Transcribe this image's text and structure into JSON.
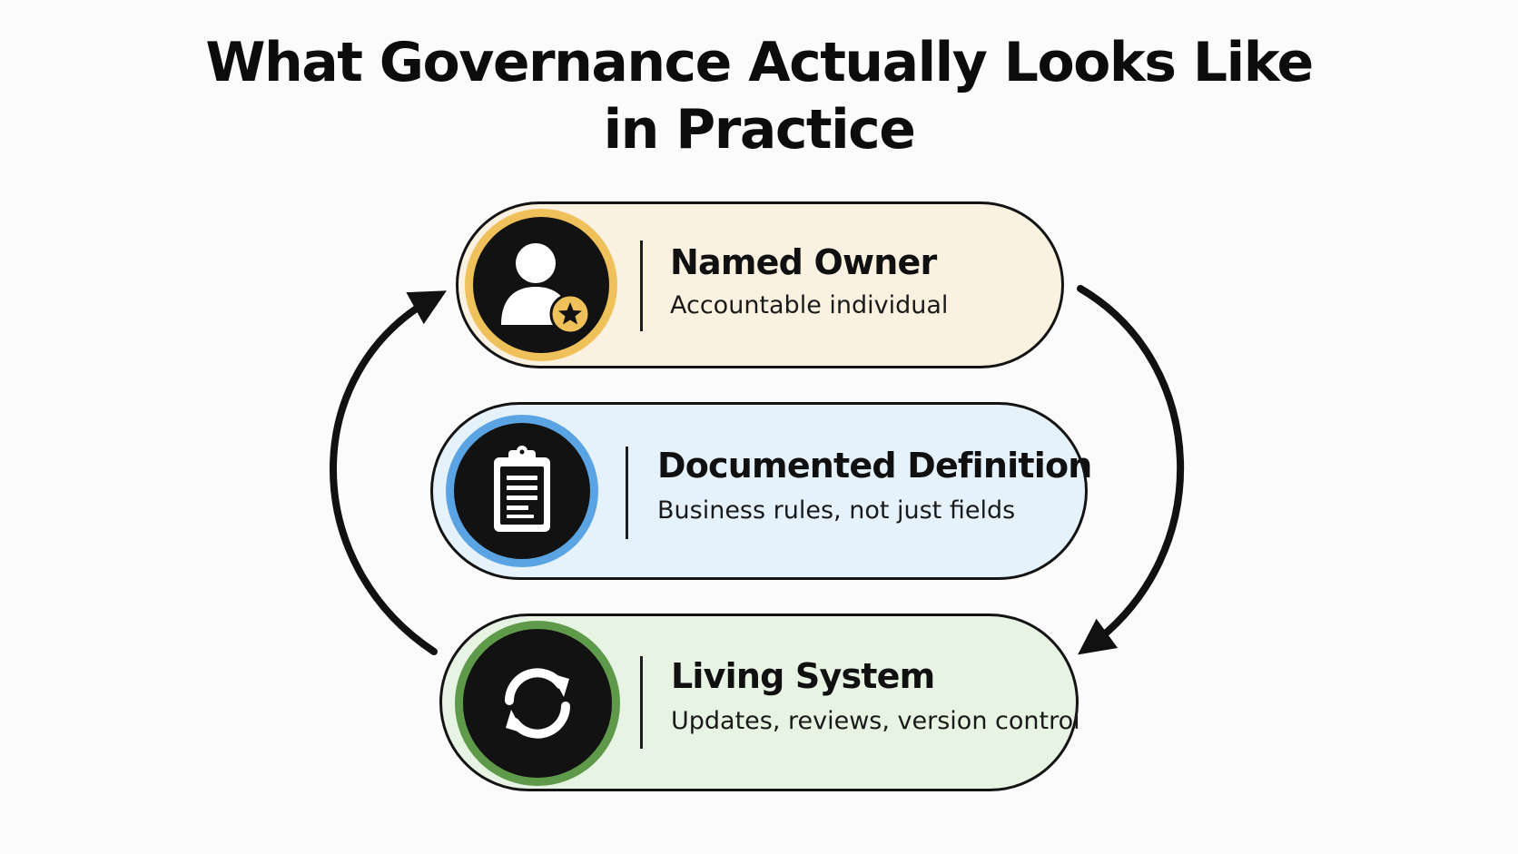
{
  "title": {
    "line1": "What Governance Actually Looks Like",
    "line2": "in Practice"
  },
  "items": [
    {
      "heading": "Named Owner",
      "subtitle": "Accountable individual",
      "icon": "person-star-icon",
      "accent": "#efc15a",
      "background": "#fbf1e1"
    },
    {
      "heading": "Documented Definition",
      "subtitle": "Business rules, not just fields",
      "icon": "clipboard-icon",
      "accent": "#5aa4e3",
      "background": "#e6f2fb"
    },
    {
      "heading": "Living System",
      "subtitle": "Updates, reviews, version control",
      "icon": "refresh-icon",
      "accent": "#5e9a4a",
      "background": "#e7f3e3"
    }
  ]
}
